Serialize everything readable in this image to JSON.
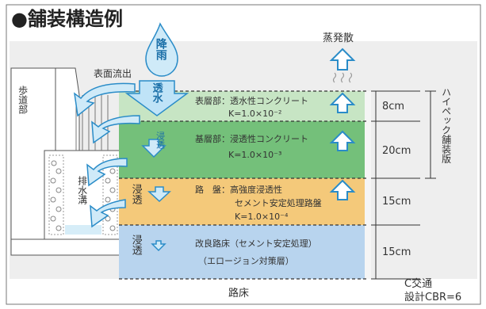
{
  "title": "●舗装構造例",
  "labels": {
    "rain": "降雨",
    "evaporation": "蒸発散",
    "surface_runoff": "表面流出",
    "permeation_top": "透水",
    "sidewalk": "歩道部",
    "drain": "排水溝",
    "seep": "浸透",
    "subgrade": "路床",
    "traffic_class": "C交通",
    "design_cbr": "設計CBR=6",
    "pavement_name": "ハイペック舗装版"
  },
  "layers": [
    {
      "name": "表層部",
      "material": "透水性コンクリート",
      "k": "K=1.0×10⁻²",
      "thickness": "8cm",
      "color": "#c7e5c4"
    },
    {
      "name": "基層部",
      "material": "浸透性コンクリート",
      "k": "K=1.0×10⁻³",
      "thickness": "20cm",
      "color": "#74c07a"
    },
    {
      "name": "路　盤",
      "material": "高強度浸透性",
      "material2": "セメント安定処理路盤",
      "k": "K=1.0×10⁻⁴",
      "thickness": "15cm",
      "color": "#f4c97a"
    },
    {
      "name": "改良路床",
      "material": "（セメント安定処理）",
      "material2": "（エロージョン対策層）",
      "thickness": "15cm",
      "color": "#b8d4ee"
    }
  ],
  "colors": {
    "arrow_fill": "#bfe3f7",
    "arrow_stroke": "#2a8cc8",
    "drop_fill": "#cfeaf8"
  }
}
